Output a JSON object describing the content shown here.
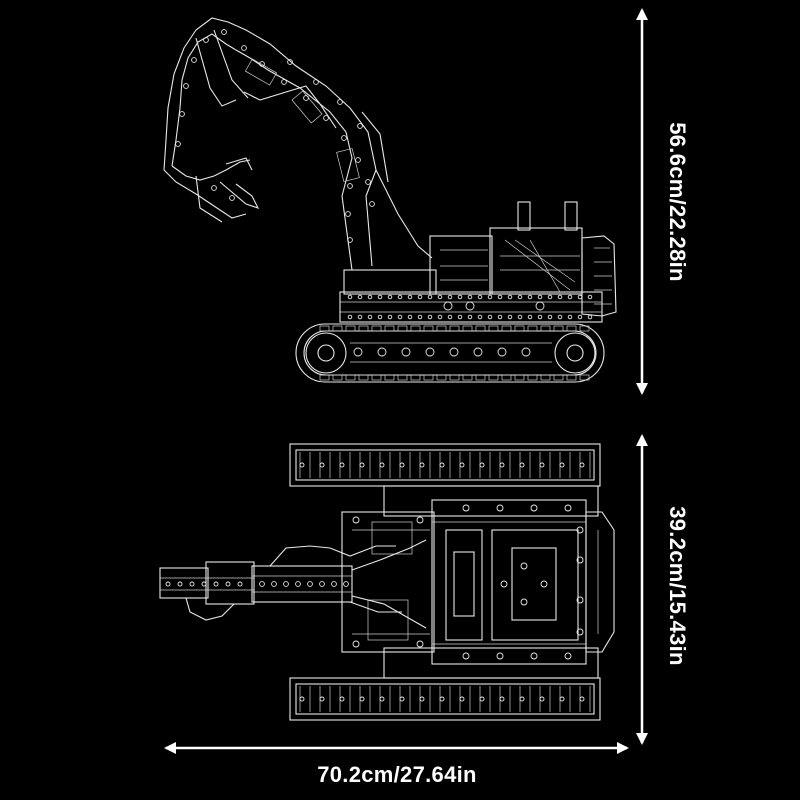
{
  "colors": {
    "background": "#000000",
    "line": "#e9e9e9",
    "text": "#ffffff"
  },
  "dimensions": {
    "height": "56.6cm/22.28in",
    "depth": "39.2cm/15.43in",
    "length": "70.2cm/27.64in"
  }
}
